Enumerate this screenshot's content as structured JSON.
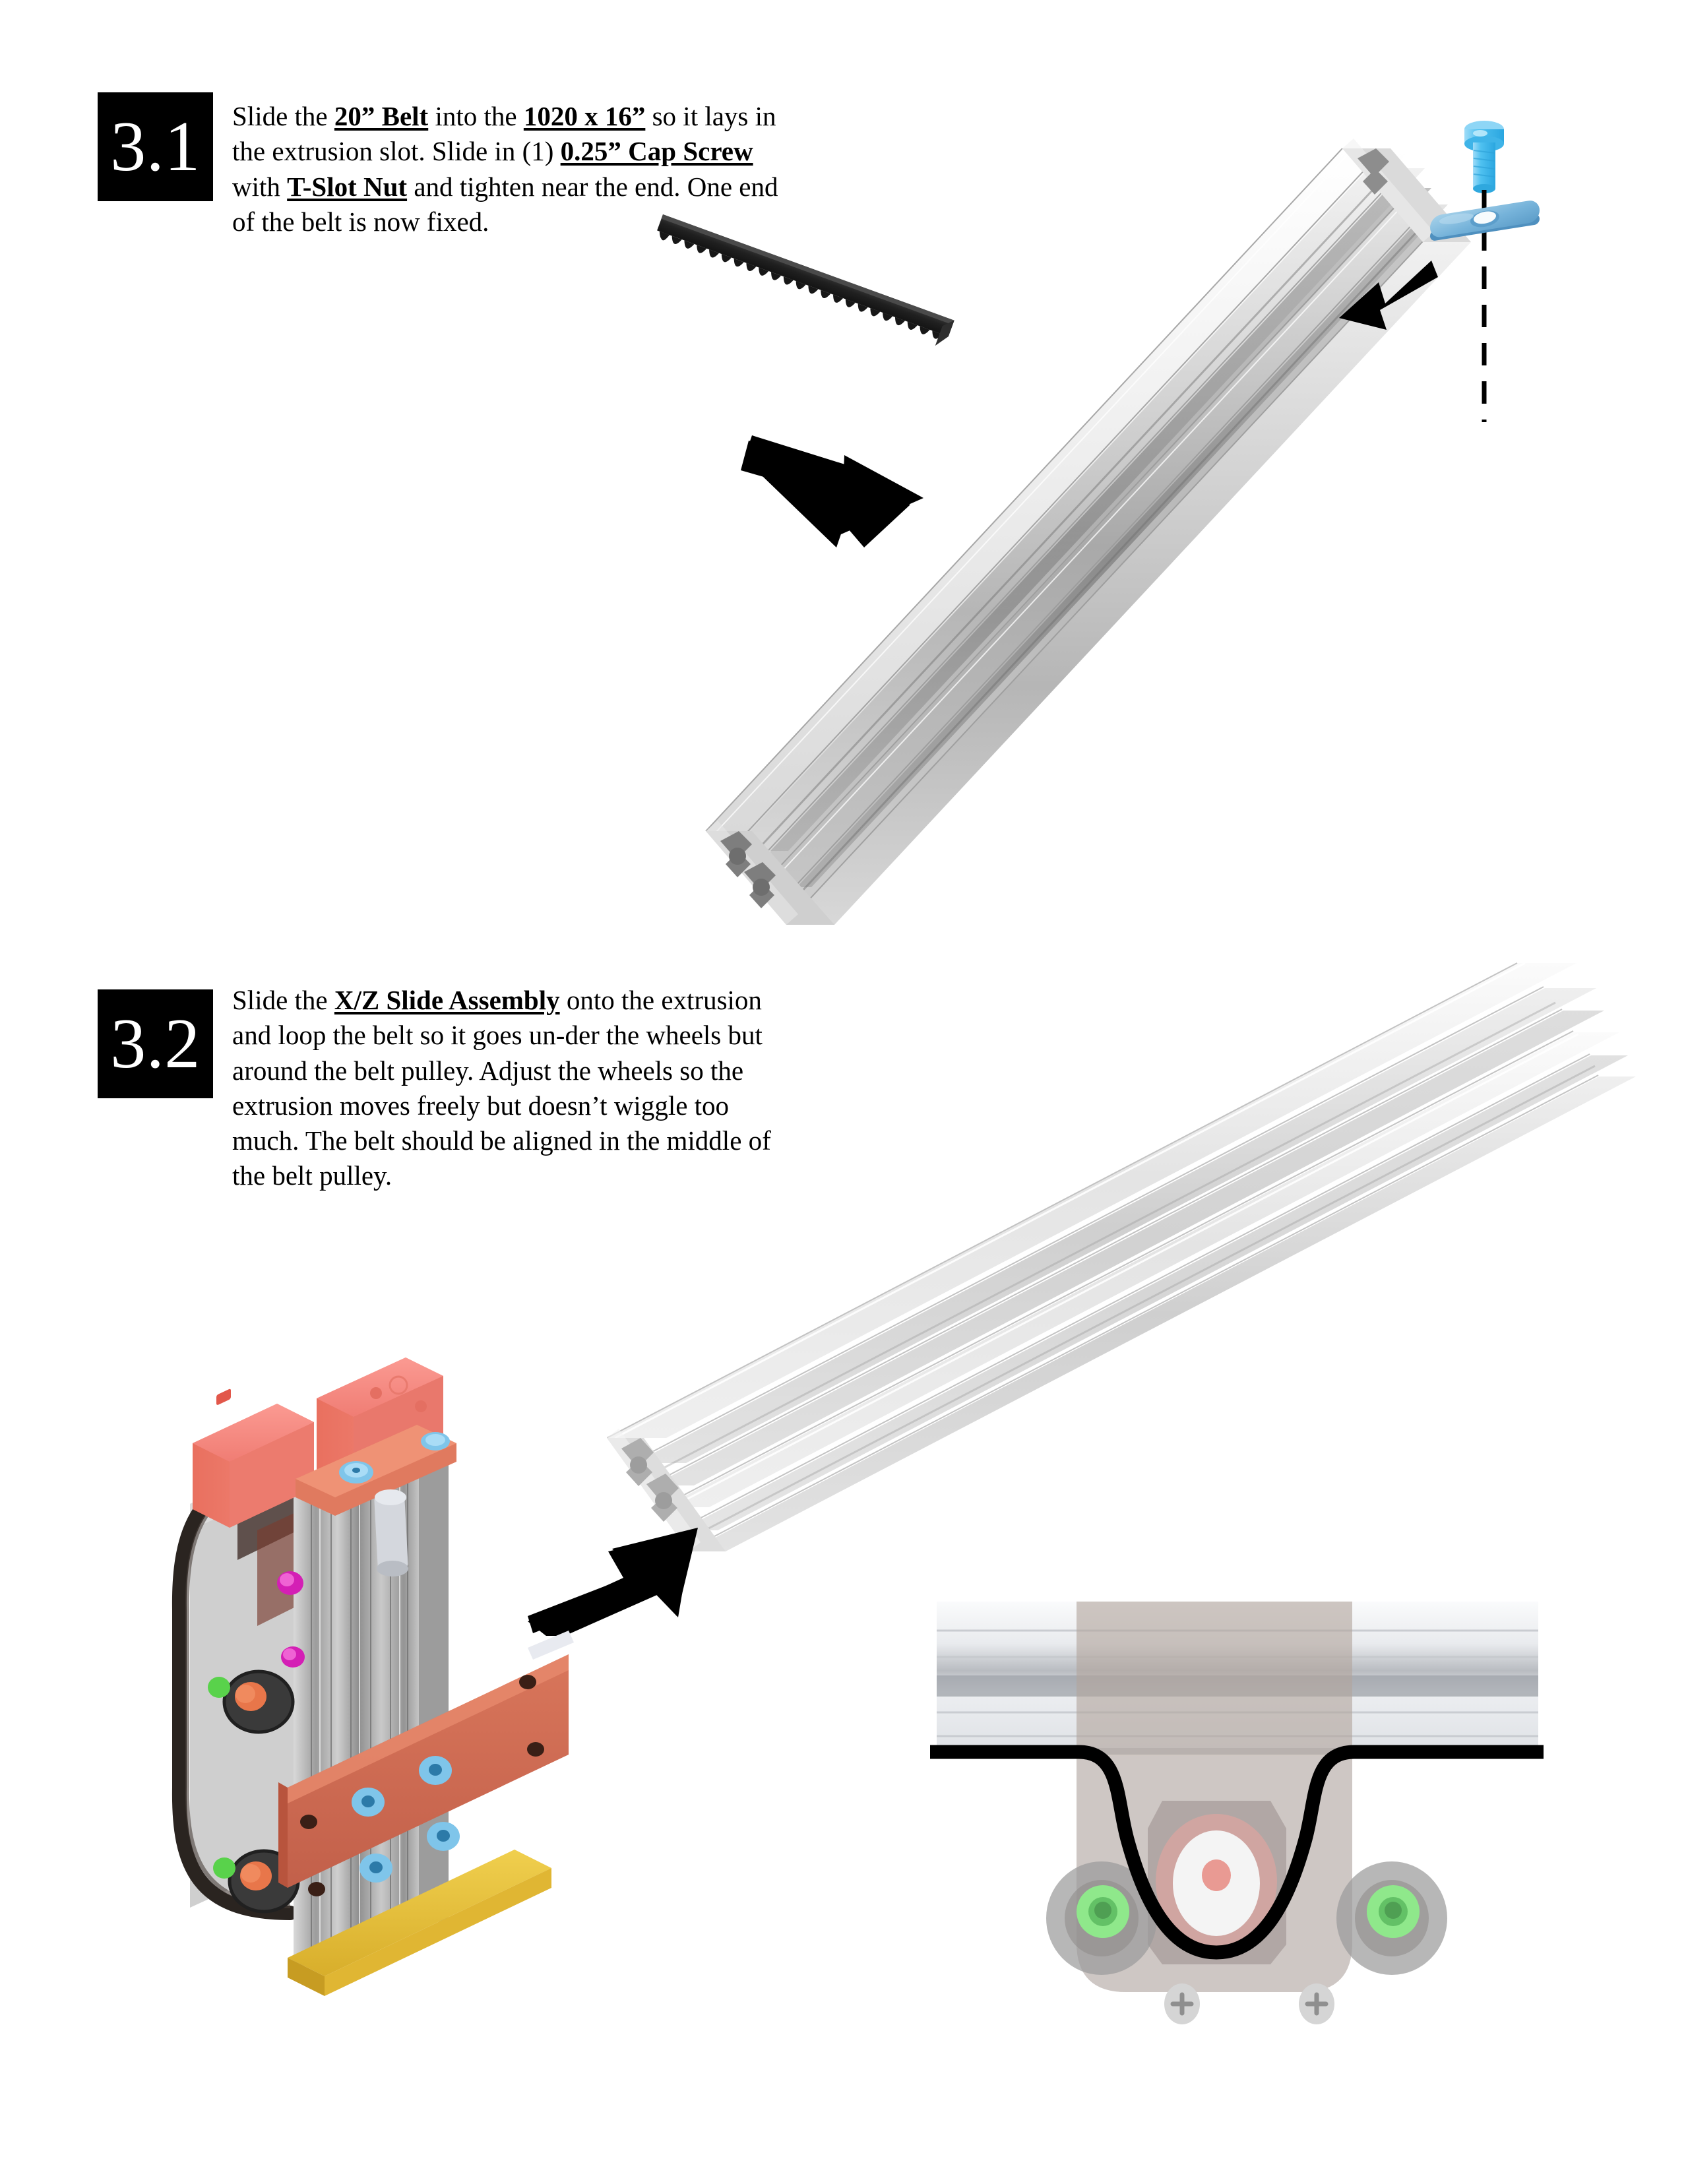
{
  "document": {
    "type": "assembly-instruction-page",
    "background_color": "#ffffff"
  },
  "steps": [
    {
      "number": "3.1",
      "badge_color": "#000000",
      "badge_text_color": "#ffffff",
      "text_runs": [
        {
          "t": "Slide the ",
          "bold": false
        },
        {
          "t": "20” Belt",
          "bold": true
        },
        {
          "t": " into the ",
          "bold": false
        },
        {
          "t": "1020 x 16”",
          "bold": true
        },
        {
          "t": " so it lays in the extrusion slot. Slide in (1) ",
          "bold": false
        },
        {
          "t": "0.25” Cap Screw",
          "bold": true
        },
        {
          "t": " with ",
          "bold": false
        },
        {
          "t": "T-Slot Nut",
          "bold": true
        },
        {
          "t": " and tighten near the end. One end of the belt is now fixed.",
          "bold": false
        }
      ],
      "full_text": "Slide the 20” Belt into the 1020 x 16” so it lays in the extrusion slot. Slide in (1) 0.25” Cap Screw with T-Slot Nut and tighten near the end. One end of the belt is now fixed.",
      "parts": [
        {
          "name": "20” Belt",
          "quantity": "",
          "color": "#2b2b2b"
        },
        {
          "name": "1020 x 16”",
          "quantity": "",
          "color": "#c9c9c9"
        },
        {
          "name": "0.25” Cap Screw",
          "quantity": "1",
          "color": "#4fc1f0"
        },
        {
          "name": "T-Slot Nut",
          "quantity": "1",
          "color": "#76b3da"
        }
      ]
    },
    {
      "number": "3.2",
      "badge_color": "#000000",
      "badge_text_color": "#ffffff",
      "text_runs": [
        {
          "t": "Slide the ",
          "bold": false
        },
        {
          "t": "X/Z Slide Assembly",
          "bold": true
        },
        {
          "t": " onto the extrusion and loop the belt so it goes un‑der the wheels but around the belt pulley. Adjust the wheels so the extrusion moves freely but doesn’t wiggle too much. The belt should be aligned in the middle of the belt pulley.",
          "bold": false
        }
      ],
      "full_text": "Slide the X/Z Slide Assembly onto the extrusion and loop the belt so it goes under the wheels but around the belt pulley. Adjust the wheels so the extrusion moves freely but doesn’t wiggle too much. The belt should be aligned in the middle of the belt pulley.",
      "parts": [
        {
          "name": "X/Z Slide Assembly",
          "quantity": "1",
          "color": "#f2817a"
        },
        {
          "name": "1020 extrusion",
          "quantity": "1",
          "color": "#dcdcdc"
        }
      ]
    }
  ],
  "illustrations": {
    "step31": {
      "label": "belt-and-extrusion-exploded-view",
      "items": [
        {
          "name": "aluminum-extrusion-1020",
          "color": "#bfbfbf"
        },
        {
          "name": "gt2-timing-belt-strip",
          "color": "#262626"
        },
        {
          "name": "cap-screw",
          "color": "#4fc1f0"
        },
        {
          "name": "t-slot-nut",
          "color": "#76b3da"
        },
        {
          "name": "assembly-axis-dashed-line",
          "color": "#000000"
        },
        {
          "name": "insert-arrow-belt",
          "color": "#000000"
        },
        {
          "name": "insert-arrow-hardware",
          "color": "#000000"
        }
      ]
    },
    "step32": {
      "label": "xz-slide-assembly-onto-extrusion",
      "items": [
        {
          "name": "aluminum-extrusion-1020",
          "color": "#e2e2e2"
        },
        {
          "name": "slide-assembly-motor-mount",
          "color": "#f2817a"
        },
        {
          "name": "slide-plate-terracotta",
          "color": "#cc6a50"
        },
        {
          "name": "base-plate-yellow",
          "color": "#e8c13a"
        },
        {
          "name": "v-wheel",
          "color": "#3a3a3a"
        },
        {
          "name": "wheel-hub",
          "color": "#e8764a"
        },
        {
          "name": "eccentric-nut",
          "color": "#59d24b"
        },
        {
          "name": "screw-blue",
          "color": "#69bced"
        },
        {
          "name": "screw-magenta",
          "color": "#d41fb5"
        },
        {
          "name": "timing-belt",
          "color": "#2a2420"
        },
        {
          "name": "slide-arrow",
          "color": "#000000"
        }
      ]
    },
    "belt_routing_inset": {
      "label": "belt-routing-detail-ghost-view",
      "items": [
        {
          "name": "extrusion-rail-ghost",
          "color": "#eceef0"
        },
        {
          "name": "carriage-plate-ghost",
          "color": "#b9ada6"
        },
        {
          "name": "belt-path-line",
          "color": "#000000"
        },
        {
          "name": "v-wheel-left",
          "color": "#9b9b9b"
        },
        {
          "name": "v-wheel-right",
          "color": "#9b9b9b"
        },
        {
          "name": "eccentric-nut-green-left",
          "color": "#8fe88b"
        },
        {
          "name": "eccentric-nut-green-right",
          "color": "#8fe88b"
        },
        {
          "name": "belt-pulley",
          "color": "#f2f2f2"
        },
        {
          "name": "pulley-center-bore",
          "color": "#e99a93"
        },
        {
          "name": "motor-body-ghost",
          "color": "#d99b96"
        },
        {
          "name": "phillips-screw-left",
          "color": "#d5d5d5"
        },
        {
          "name": "phillips-screw-right",
          "color": "#d5d5d5"
        }
      ]
    }
  }
}
